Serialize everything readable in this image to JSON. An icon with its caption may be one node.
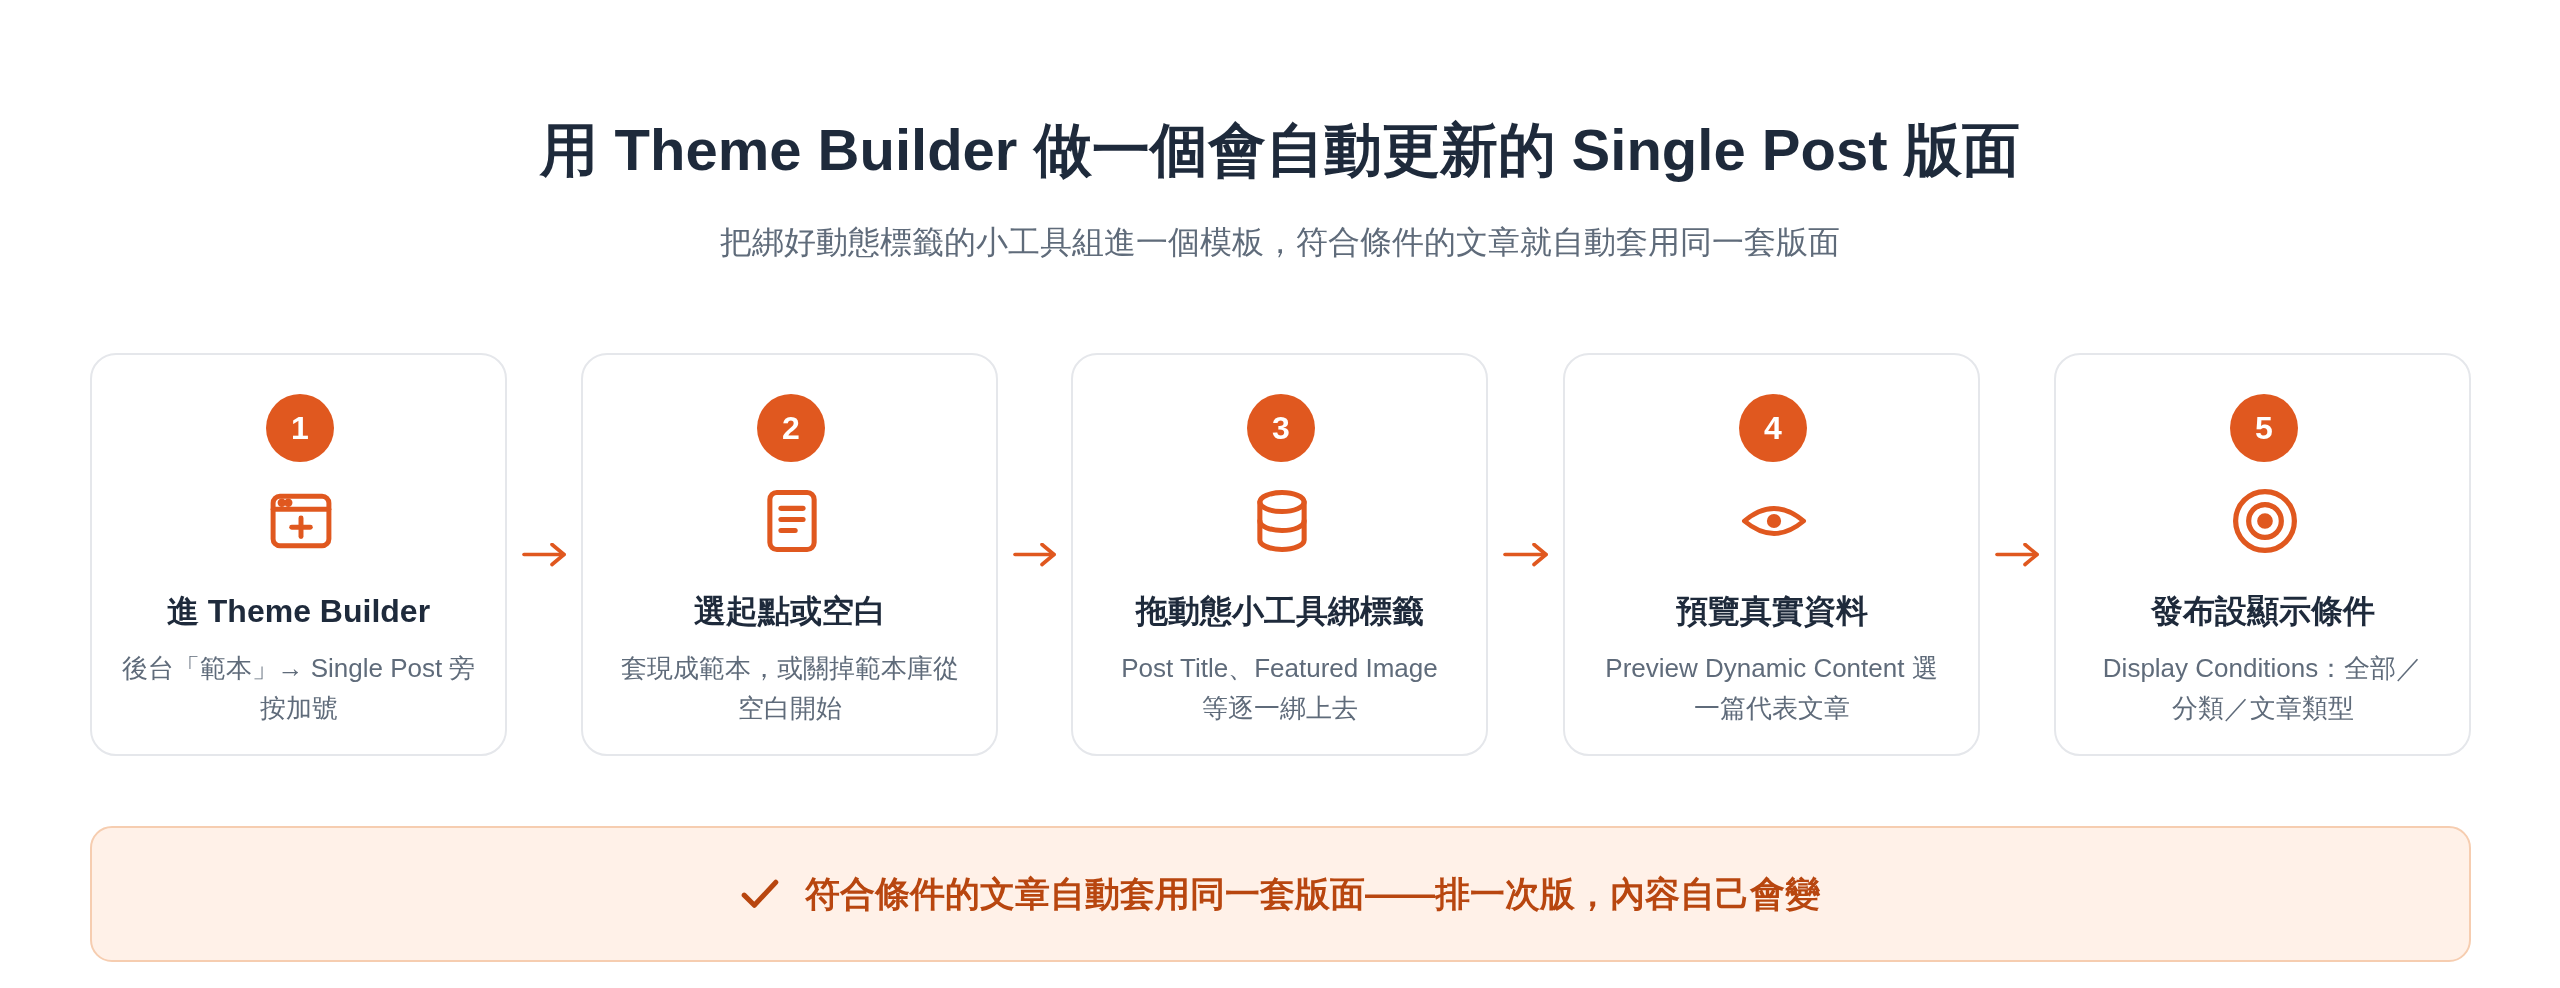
{
  "diagram": {
    "title": "用 Theme Builder 做一個會自動更新的 Single Post 版面",
    "nodes": [
      {
        "text": [
          "進 Theme Builder",
          "後台「範本」→ Single Post 旁按加號"
        ]
      },
      {
        "text": [
          "1"
        ],
        "in": 0
      },
      {
        "text": [
          "選起點或空白",
          "套現成範本，或關掉範本庫從空白開始"
        ]
      },
      {
        "text": [
          "2"
        ],
        "in": 2
      },
      {
        "text": [
          "拖動態小工具綁標籤",
          "Post Title、Featured Image 等逐一綁上去"
        ]
      },
      {
        "text": [
          "3"
        ],
        "in": 4
      },
      {
        "text": [
          "預覽真實資料",
          "Preview Dynamic Content 選一篇代表文章"
        ]
      },
      {
        "text": [
          "4"
        ],
        "in": 6
      },
      {
        "text": [
          "發布設顯示條件",
          "Display Conditions：全部／分類／文章類型"
        ]
      },
      {
        "text": [
          "5"
        ],
        "in": 8
      },
      {
        "text": [
          "符合條件的文章自動套用同一套版面——排一次版，內容自己會變"
        ]
      }
    ],
    "edges": [
      {
        "from": 0,
        "to": 2,
        "arrow": "to"
      },
      {
        "from": 2,
        "to": 4,
        "arrow": "to"
      },
      {
        "from": 4,
        "to": 6,
        "arrow": "to"
      },
      {
        "from": 6,
        "to": 8,
        "arrow": "to"
      }
    ],
    "labels": [
      "把綁好動態標籤的小工具組進一個模板，符合條件的文章就自動套用同一套版面"
    ]
  }
}
